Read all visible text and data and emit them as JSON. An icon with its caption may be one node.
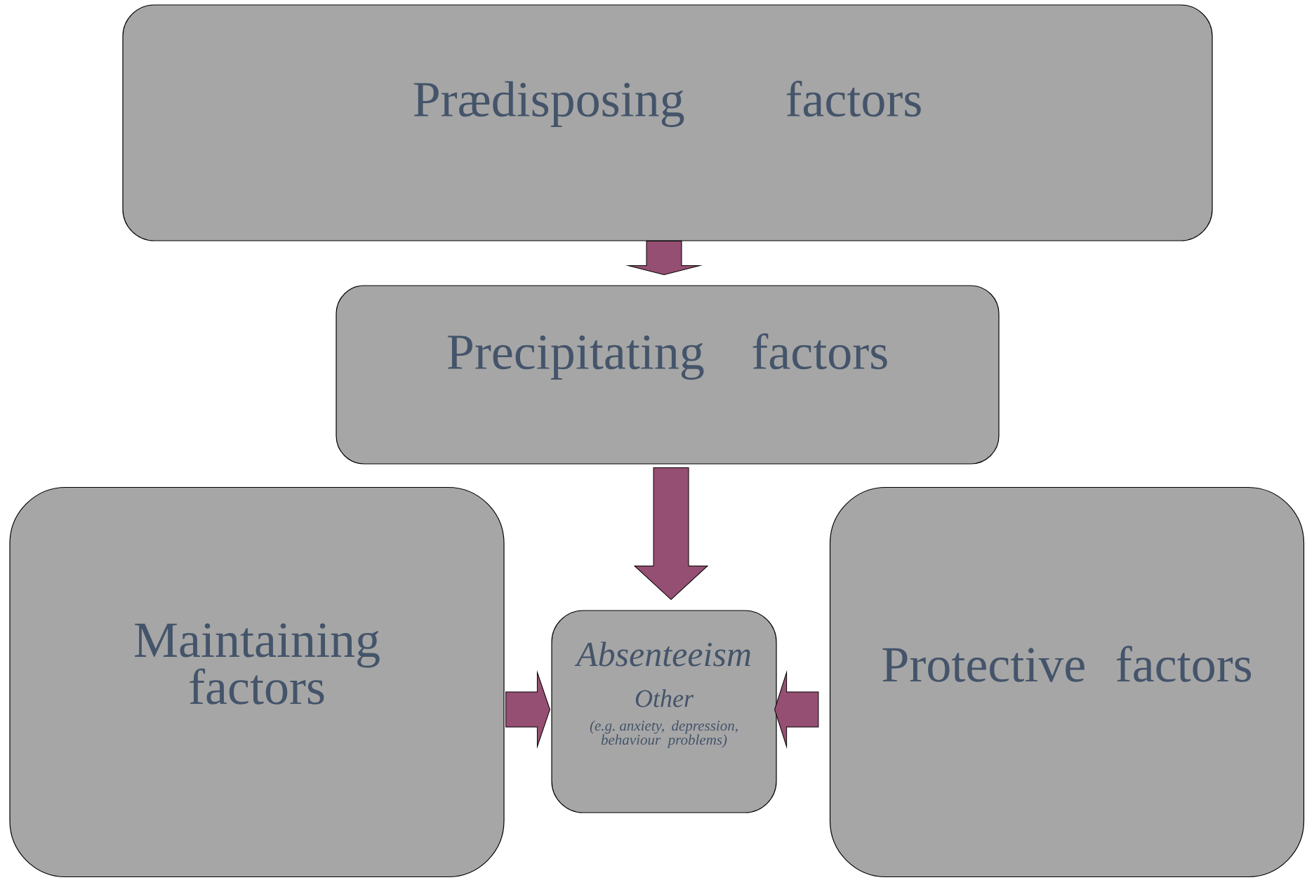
{
  "diagram": {
    "nodes": [
      {
        "text": [
          "Prædisposing factors"
        ]
      },
      {
        "text": [
          "Precipitating factors"
        ]
      },
      {
        "text": [
          "Maintaining factors"
        ]
      },
      {
        "text": [
          "Absenteeism",
          "Other",
          "(e.g. anxiety, depression, behaviour problems)"
        ]
      },
      {
        "text": [
          "Protective factors"
        ]
      }
    ],
    "edges": [
      {
        "from": 0,
        "to": 1,
        "arrow": "to"
      },
      {
        "from": 1,
        "to": 3,
        "arrow": "to"
      },
      {
        "from": 2,
        "to": 3,
        "arrow": "to"
      },
      {
        "from": 4,
        "to": 3,
        "arrow": "to"
      }
    ]
  }
}
